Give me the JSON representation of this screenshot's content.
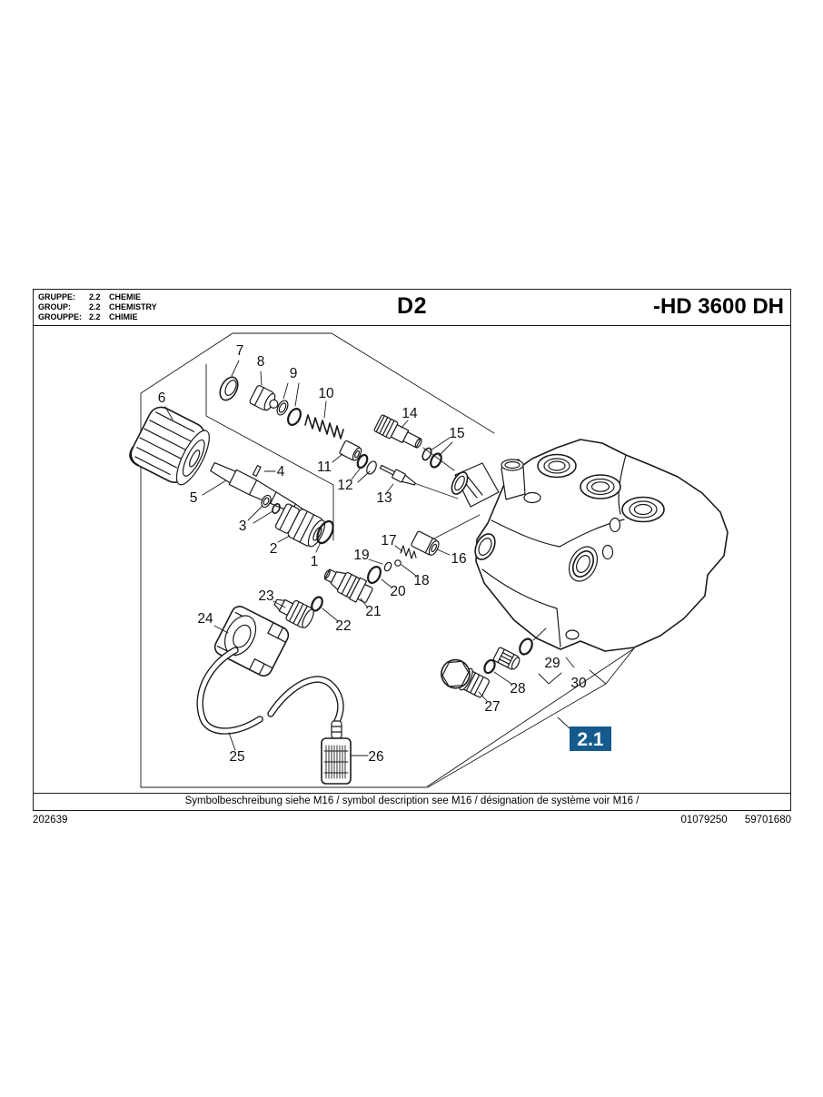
{
  "header": {
    "rows": [
      {
        "label": "GRUPPE:",
        "code": "2.2",
        "name": "CHEMIE"
      },
      {
        "label": "GROUP:",
        "code": "2.2",
        "name": "CHEMISTRY"
      },
      {
        "label": "GROUPPE:",
        "code": "2.2",
        "name": "CHIMIE"
      }
    ],
    "title": "D2",
    "model": "-HD 3600 DH"
  },
  "diagram": {
    "part_labels": [
      "1",
      "2",
      "3",
      "4",
      "5",
      "6",
      "7",
      "8",
      "9",
      "10",
      "11",
      "12",
      "13",
      "14",
      "15",
      "16",
      "17",
      "18",
      "19",
      "20",
      "21",
      "22",
      "23",
      "24",
      "25",
      "26",
      "27",
      "28",
      "29",
      "30"
    ],
    "badge": {
      "label": "2.1",
      "color": "#155a8c"
    }
  },
  "footer": {
    "note": "Symbolbeschreibung siehe M16 / symbol description see M16 / désignation de système voir M16 /"
  },
  "page_meta": {
    "doc_number": "202639",
    "right_numbers": [
      "01079250",
      "59701680"
    ]
  }
}
